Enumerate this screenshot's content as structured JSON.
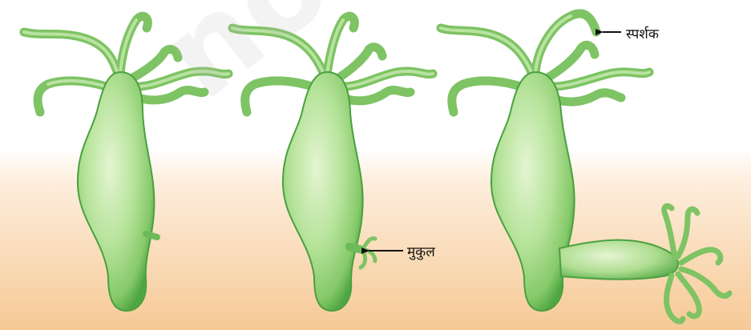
{
  "labels": {
    "tentacle": "स्पर्शक",
    "bud": "मुकुल"
  },
  "watermark": "not to",
  "colors": {
    "body_fill": "#a8d98a",
    "body_edge": "#3e9a3a",
    "tentacle": "#8fce78",
    "arrow": "#111111",
    "background_bottom": "#f6c995"
  },
  "stages": [
    "hydra-stage-1",
    "hydra-stage-2",
    "hydra-stage-3"
  ]
}
